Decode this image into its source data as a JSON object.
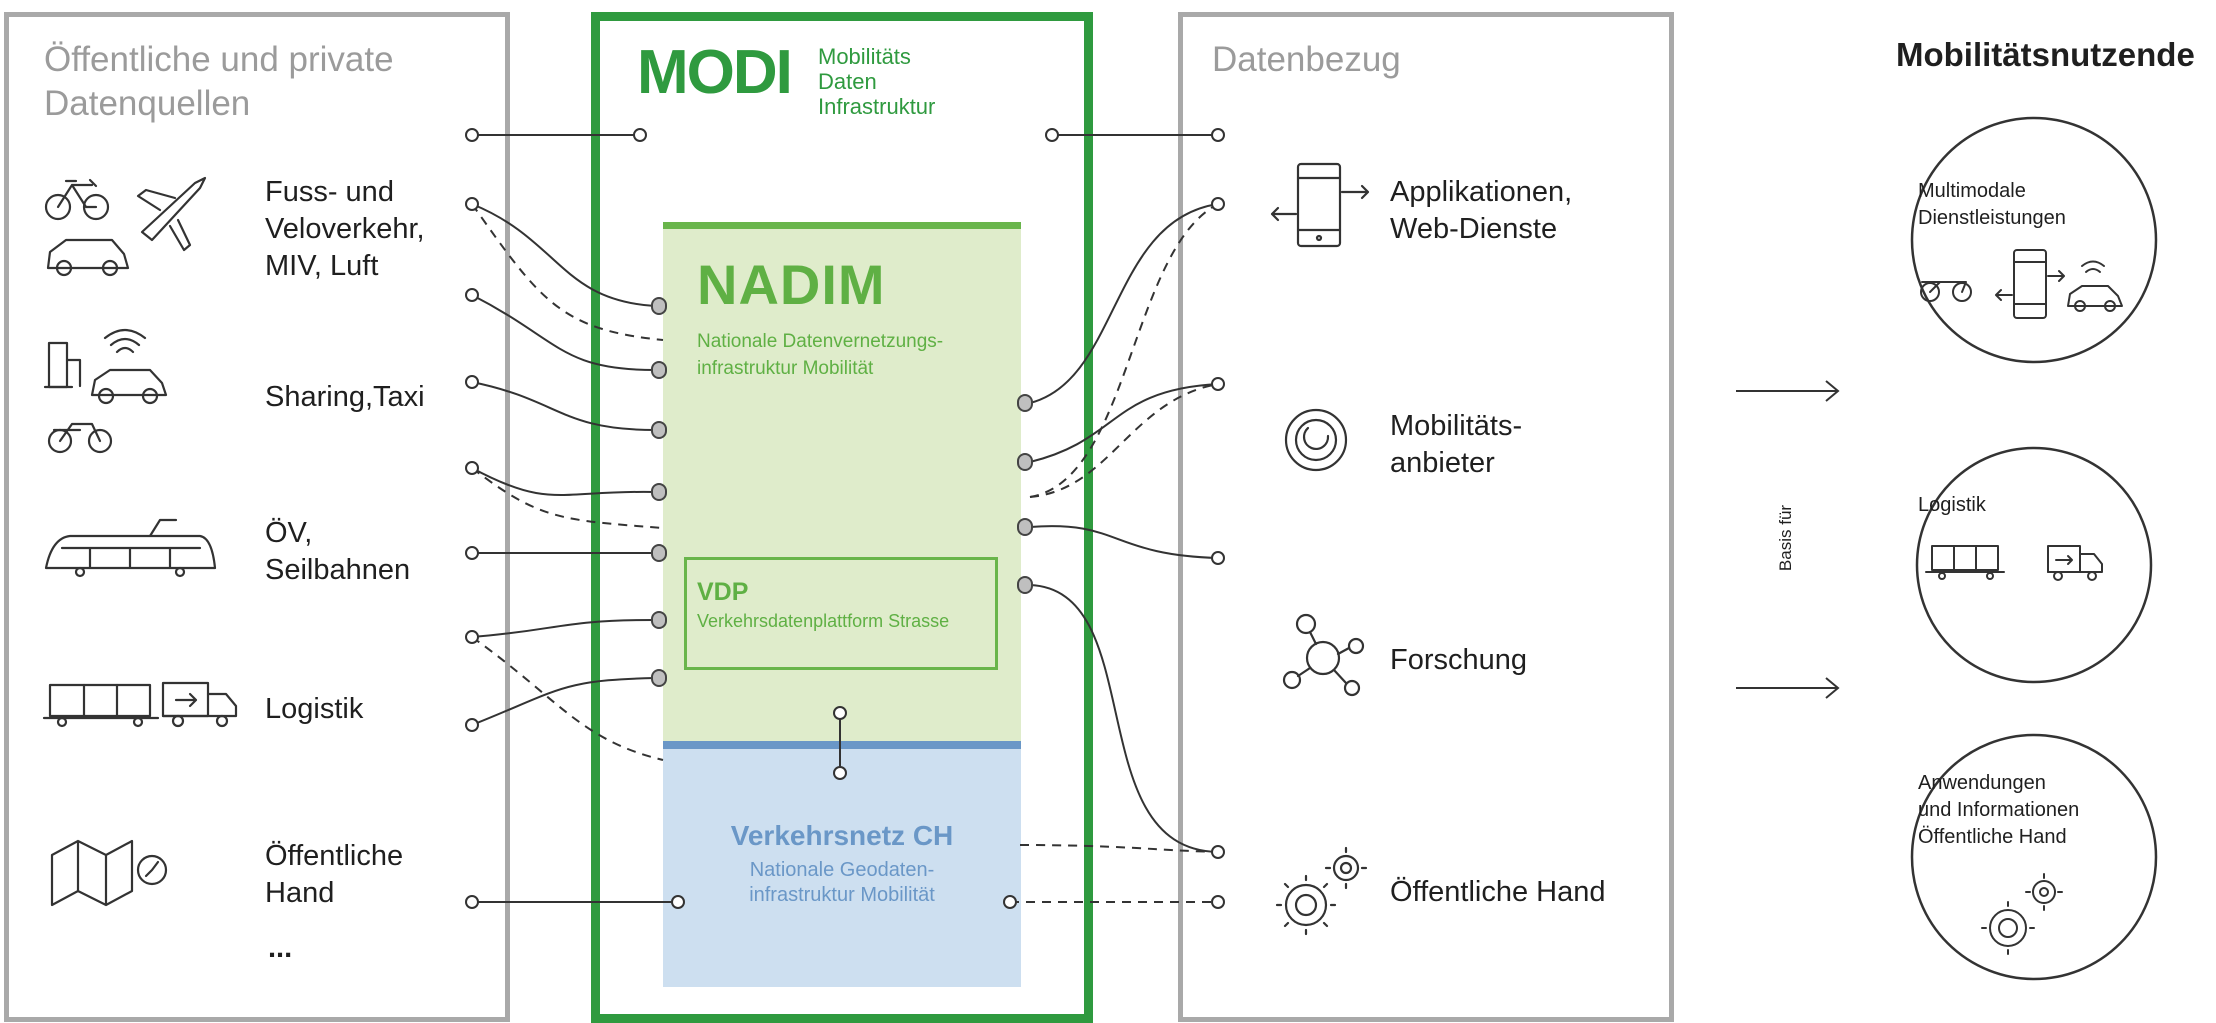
{
  "sources": {
    "heading": [
      "Öffentliche und private",
      "Datenquellen"
    ],
    "items": [
      {
        "label": [
          "Fuss- und",
          "Veloverkehr,",
          "MIV, Luft"
        ]
      },
      {
        "label": [
          "Sharing,Taxi"
        ]
      },
      {
        "label": [
          "ÖV,",
          "Seilbahnen"
        ]
      },
      {
        "label": [
          "Logistik"
        ]
      },
      {
        "label": [
          "Öffentliche",
          "Hand"
        ]
      }
    ],
    "more": "..."
  },
  "modi": {
    "logo": "MODI",
    "subtitle": [
      "Mobilitäts",
      "Daten",
      "Infrastruktur"
    ]
  },
  "nadim": {
    "logo": "NADIM",
    "subtitle": [
      "Nationale Datenvernetzungs-",
      "infrastruktur Mobilität"
    ]
  },
  "vdp": {
    "title": "VDP",
    "subtitle": "Verkehrsdatenplattform Strasse"
  },
  "verkehrsnetz": {
    "title": "Verkehrsnetz CH",
    "subtitle": [
      "Nationale Geodaten-",
      "infrastruktur Mobilität"
    ]
  },
  "consumers": {
    "heading": "Datenbezug",
    "items": [
      {
        "label": [
          "Applikationen,",
          "Web-Dienste"
        ],
        "icon": "phone-arrows-icon"
      },
      {
        "label": [
          "Mobilitäts-",
          "anbieter"
        ],
        "icon": "circles-icon"
      },
      {
        "label": [
          "Forschung"
        ],
        "icon": "network-icon"
      },
      {
        "label": [
          "Öffentliche Hand"
        ],
        "icon": "gears-icon"
      }
    ]
  },
  "basis": "Basis für",
  "users": {
    "heading": "Mobilitätsnutzende",
    "circles": [
      {
        "label": [
          "Multimodale",
          "Dienstleistungen"
        ]
      },
      {
        "label": [
          "Logistik"
        ]
      },
      {
        "label": [
          "Anwendungen",
          "und Informationen",
          "Öffentliche Hand"
        ]
      }
    ]
  },
  "colors": {
    "gray_border": "#a9a9a9",
    "modi_green": "#2f9a3f",
    "nadim_green": "#5fb044",
    "nadim_bg": "#dfeccb",
    "vn_blue": "#6a97c7",
    "vn_bg": "#cddff0"
  }
}
